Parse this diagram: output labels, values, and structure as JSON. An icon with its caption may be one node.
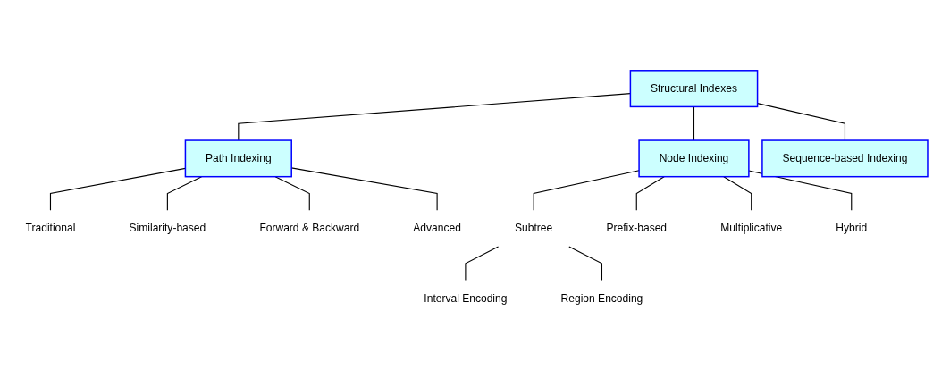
{
  "diagram": {
    "nodes": [
      {
        "text": [
          "Structural Indexes"
        ]
      },
      {
        "text": [
          "Path Indexing"
        ]
      },
      {
        "text": [
          "Node Indexing"
        ]
      },
      {
        "text": [
          "Sequence-based Indexing"
        ]
      },
      {
        "text": [
          "Traditional"
        ]
      },
      {
        "text": [
          "Similarity-based"
        ]
      },
      {
        "text": [
          "Forward & Backward"
        ]
      },
      {
        "text": [
          "Advanced"
        ]
      },
      {
        "text": [
          "Subtree"
        ]
      },
      {
        "text": [
          "Prefix-based"
        ]
      },
      {
        "text": [
          "Multiplicative"
        ]
      },
      {
        "text": [
          "Hybrid"
        ]
      },
      {
        "text": [
          "Interval Encoding"
        ]
      },
      {
        "text": [
          "Region Encoding"
        ]
      }
    ],
    "edges": [
      {
        "from": 0,
        "to": 1,
        "arrow": "none"
      },
      {
        "from": 0,
        "to": 2,
        "arrow": "none"
      },
      {
        "from": 0,
        "to": 3,
        "arrow": "none"
      },
      {
        "from": 1,
        "to": 4,
        "arrow": "none"
      },
      {
        "from": 1,
        "to": 5,
        "arrow": "none"
      },
      {
        "from": 1,
        "to": 6,
        "arrow": "none"
      },
      {
        "from": 1,
        "to": 7,
        "arrow": "none"
      },
      {
        "from": 2,
        "to": 8,
        "arrow": "none"
      },
      {
        "from": 2,
        "to": 9,
        "arrow": "none"
      },
      {
        "from": 2,
        "to": 10,
        "arrow": "none"
      },
      {
        "from": 2,
        "to": 11,
        "arrow": "none"
      },
      {
        "from": 8,
        "to": 12,
        "arrow": "none"
      },
      {
        "from": 8,
        "to": 13,
        "arrow": "none"
      }
    ]
  }
}
